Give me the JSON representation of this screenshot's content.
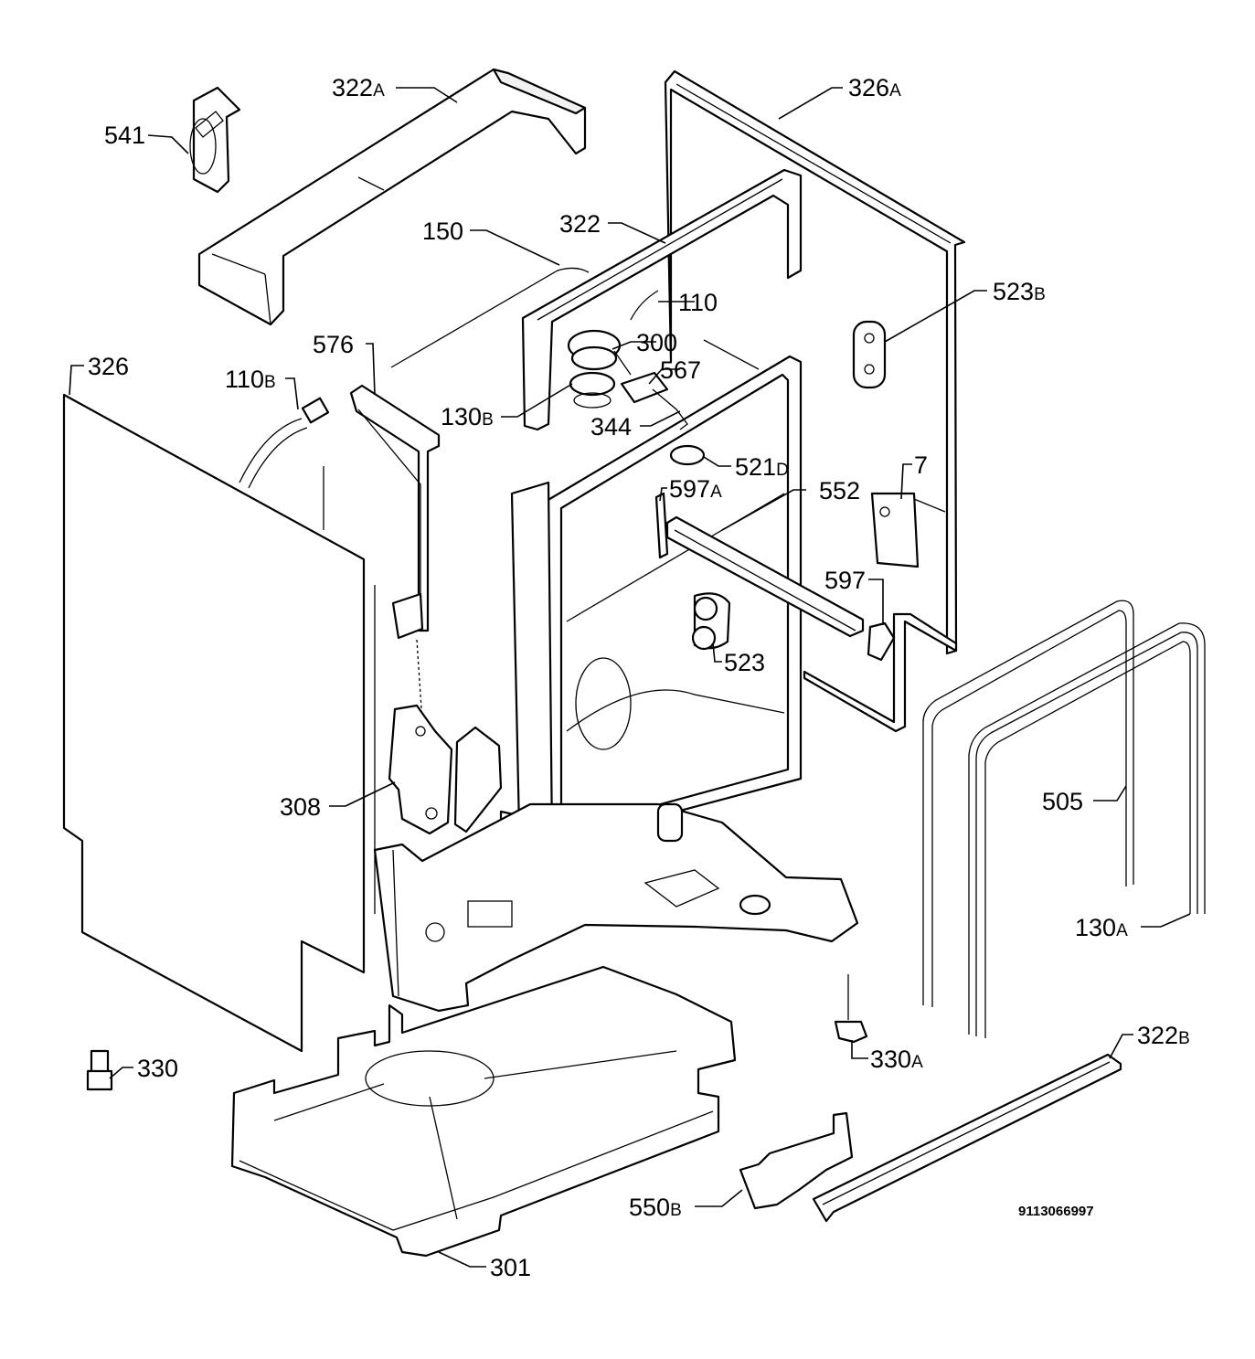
{
  "doc_number": "9113066997",
  "labels": {
    "l541": {
      "num": "541",
      "suf": ""
    },
    "l322a": {
      "num": "322",
      "suf": "A"
    },
    "l326a": {
      "num": "326",
      "suf": "A"
    },
    "l150": {
      "num": "150",
      "suf": ""
    },
    "l322": {
      "num": "322",
      "suf": ""
    },
    "l110": {
      "num": "110",
      "suf": ""
    },
    "l523b": {
      "num": "523",
      "suf": "B"
    },
    "l576": {
      "num": "576",
      "suf": ""
    },
    "l300": {
      "num": "300",
      "suf": ""
    },
    "l326": {
      "num": "326",
      "suf": ""
    },
    "l110b": {
      "num": "110",
      "suf": "B"
    },
    "l567": {
      "num": "567",
      "suf": ""
    },
    "l130b": {
      "num": "130",
      "suf": "B"
    },
    "l344": {
      "num": "344",
      "suf": ""
    },
    "l521d": {
      "num": "521",
      "suf": "D"
    },
    "l7": {
      "num": "7",
      "suf": ""
    },
    "l597a": {
      "num": "597",
      "suf": "A"
    },
    "l552": {
      "num": "552",
      "suf": ""
    },
    "l597": {
      "num": "597",
      "suf": ""
    },
    "l523": {
      "num": "523",
      "suf": ""
    },
    "l308": {
      "num": "308",
      "suf": ""
    },
    "l505": {
      "num": "505",
      "suf": ""
    },
    "l130a": {
      "num": "130",
      "suf": "A"
    },
    "l330a": {
      "num": "330",
      "suf": "A"
    },
    "l330": {
      "num": "330",
      "suf": ""
    },
    "l322b": {
      "num": "322",
      "suf": "B"
    },
    "l550b": {
      "num": "550",
      "suf": "B"
    },
    "l301": {
      "num": "301",
      "suf": ""
    }
  }
}
